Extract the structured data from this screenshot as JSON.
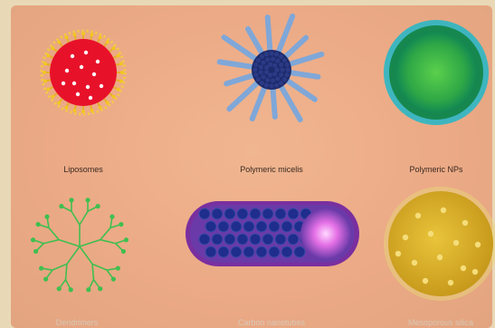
{
  "labels": {
    "liposomes": "Liposomes",
    "polymeric_micelles": "Polymeric micelis",
    "polymeric_nps": "Polymeric NPs",
    "dendrimers": "Dendrimers",
    "carbon_nanotubes": "Carbon nanotubes",
    "mesoporous_silica": "Mesoporous silica"
  },
  "colors": {
    "background": "#e9d8b6",
    "panel": "#ecaa86",
    "liposome_core": "#e8112a",
    "liposome_ring": "#f2c623",
    "micelle_core": "#1d2a6b",
    "micelle_arm": "#7fa7d8",
    "nps_outer": "#1d9a55",
    "nps_inner": "#44bb44",
    "nps_halo": "#20b7c9",
    "dendrimer": "#3fbf4f",
    "nanotube_body": "#6a3aa8",
    "nanotube_bead": "#1f2d8c",
    "nanotube_cap": "#e55fe4",
    "silica": "#d9b22a",
    "silica_pore": "#f5dd7a"
  }
}
